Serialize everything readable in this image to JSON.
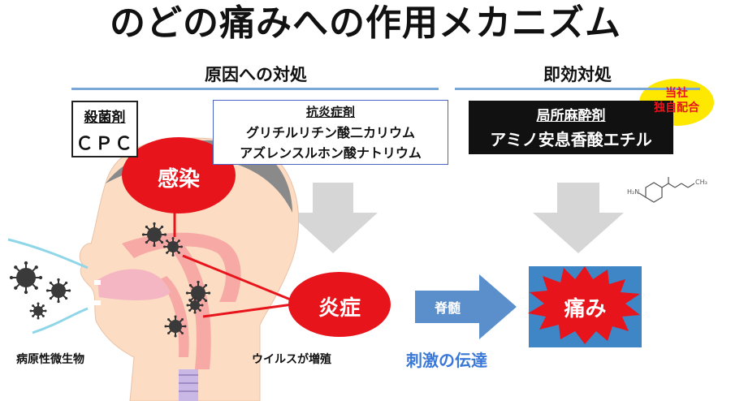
{
  "title": "のどの痛みへの作用メカニズム",
  "sections": {
    "cause": "原因への対処",
    "immediate": "即効対処"
  },
  "boxes": {
    "sterilizer": {
      "heading": "殺菌剤",
      "name": "ＣＰＣ"
    },
    "anti_inflammatory": {
      "heading": "抗炎症剤",
      "line1": "グリチルリチン酸二カリウム",
      "line2": "アズレンスルホン酸ナトリウム"
    },
    "anesthetic": {
      "heading": "局所麻酔剤",
      "name": "アミノ安息香酸エチル"
    }
  },
  "badge": {
    "line1": "当社",
    "line2": "独自配合"
  },
  "nodes": {
    "infection": "感染",
    "inflammation": "炎症",
    "pain": "痛み",
    "spinal": "脊髄"
  },
  "labels": {
    "pathogens": "病原性微生物",
    "virus_growth": "ウイルスが増殖",
    "transmission": "刺激の伝達"
  },
  "molecule": {
    "left_label": "H₂N",
    "right_label": "CH₃"
  },
  "colors": {
    "red": "#e8141b",
    "blue_rule": "#7aa8d6",
    "arrow_gray": "#d6d6d6",
    "spinal_arrow": "#5b8fcc",
    "pain_bg": "#3f86c6",
    "badge": "#ffe800",
    "transmission_text": "#3a78d8",
    "skin": "#fcdcc2",
    "hair": "#8a8a8a"
  }
}
